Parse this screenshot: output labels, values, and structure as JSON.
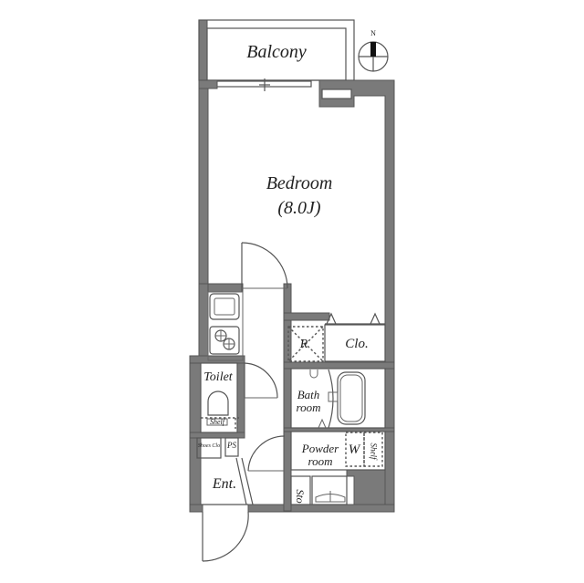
{
  "floorplan": {
    "compass": {
      "label": "N"
    },
    "rooms": {
      "balcony": "Balcony",
      "bedroom": "Bedroom",
      "bedroom_size": "(8.0J)",
      "refrigerator": "R",
      "closet": "Clo.",
      "toilet": "Toilet",
      "toilet_shelf": "Shelf",
      "shoe_closet": "Shoes Clo",
      "pipe_space": "PS",
      "bathroom_line1": "Bath",
      "bathroom_line2": "room",
      "powder_line1": "Powder",
      "powder_line2": "room",
      "washer": "W",
      "powder_shelf": "Shelf",
      "storage": "Sto",
      "entrance": "Ent."
    },
    "colors": {
      "wall": "#7a7a7a",
      "line": "#555555",
      "background": "#ffffff"
    }
  }
}
